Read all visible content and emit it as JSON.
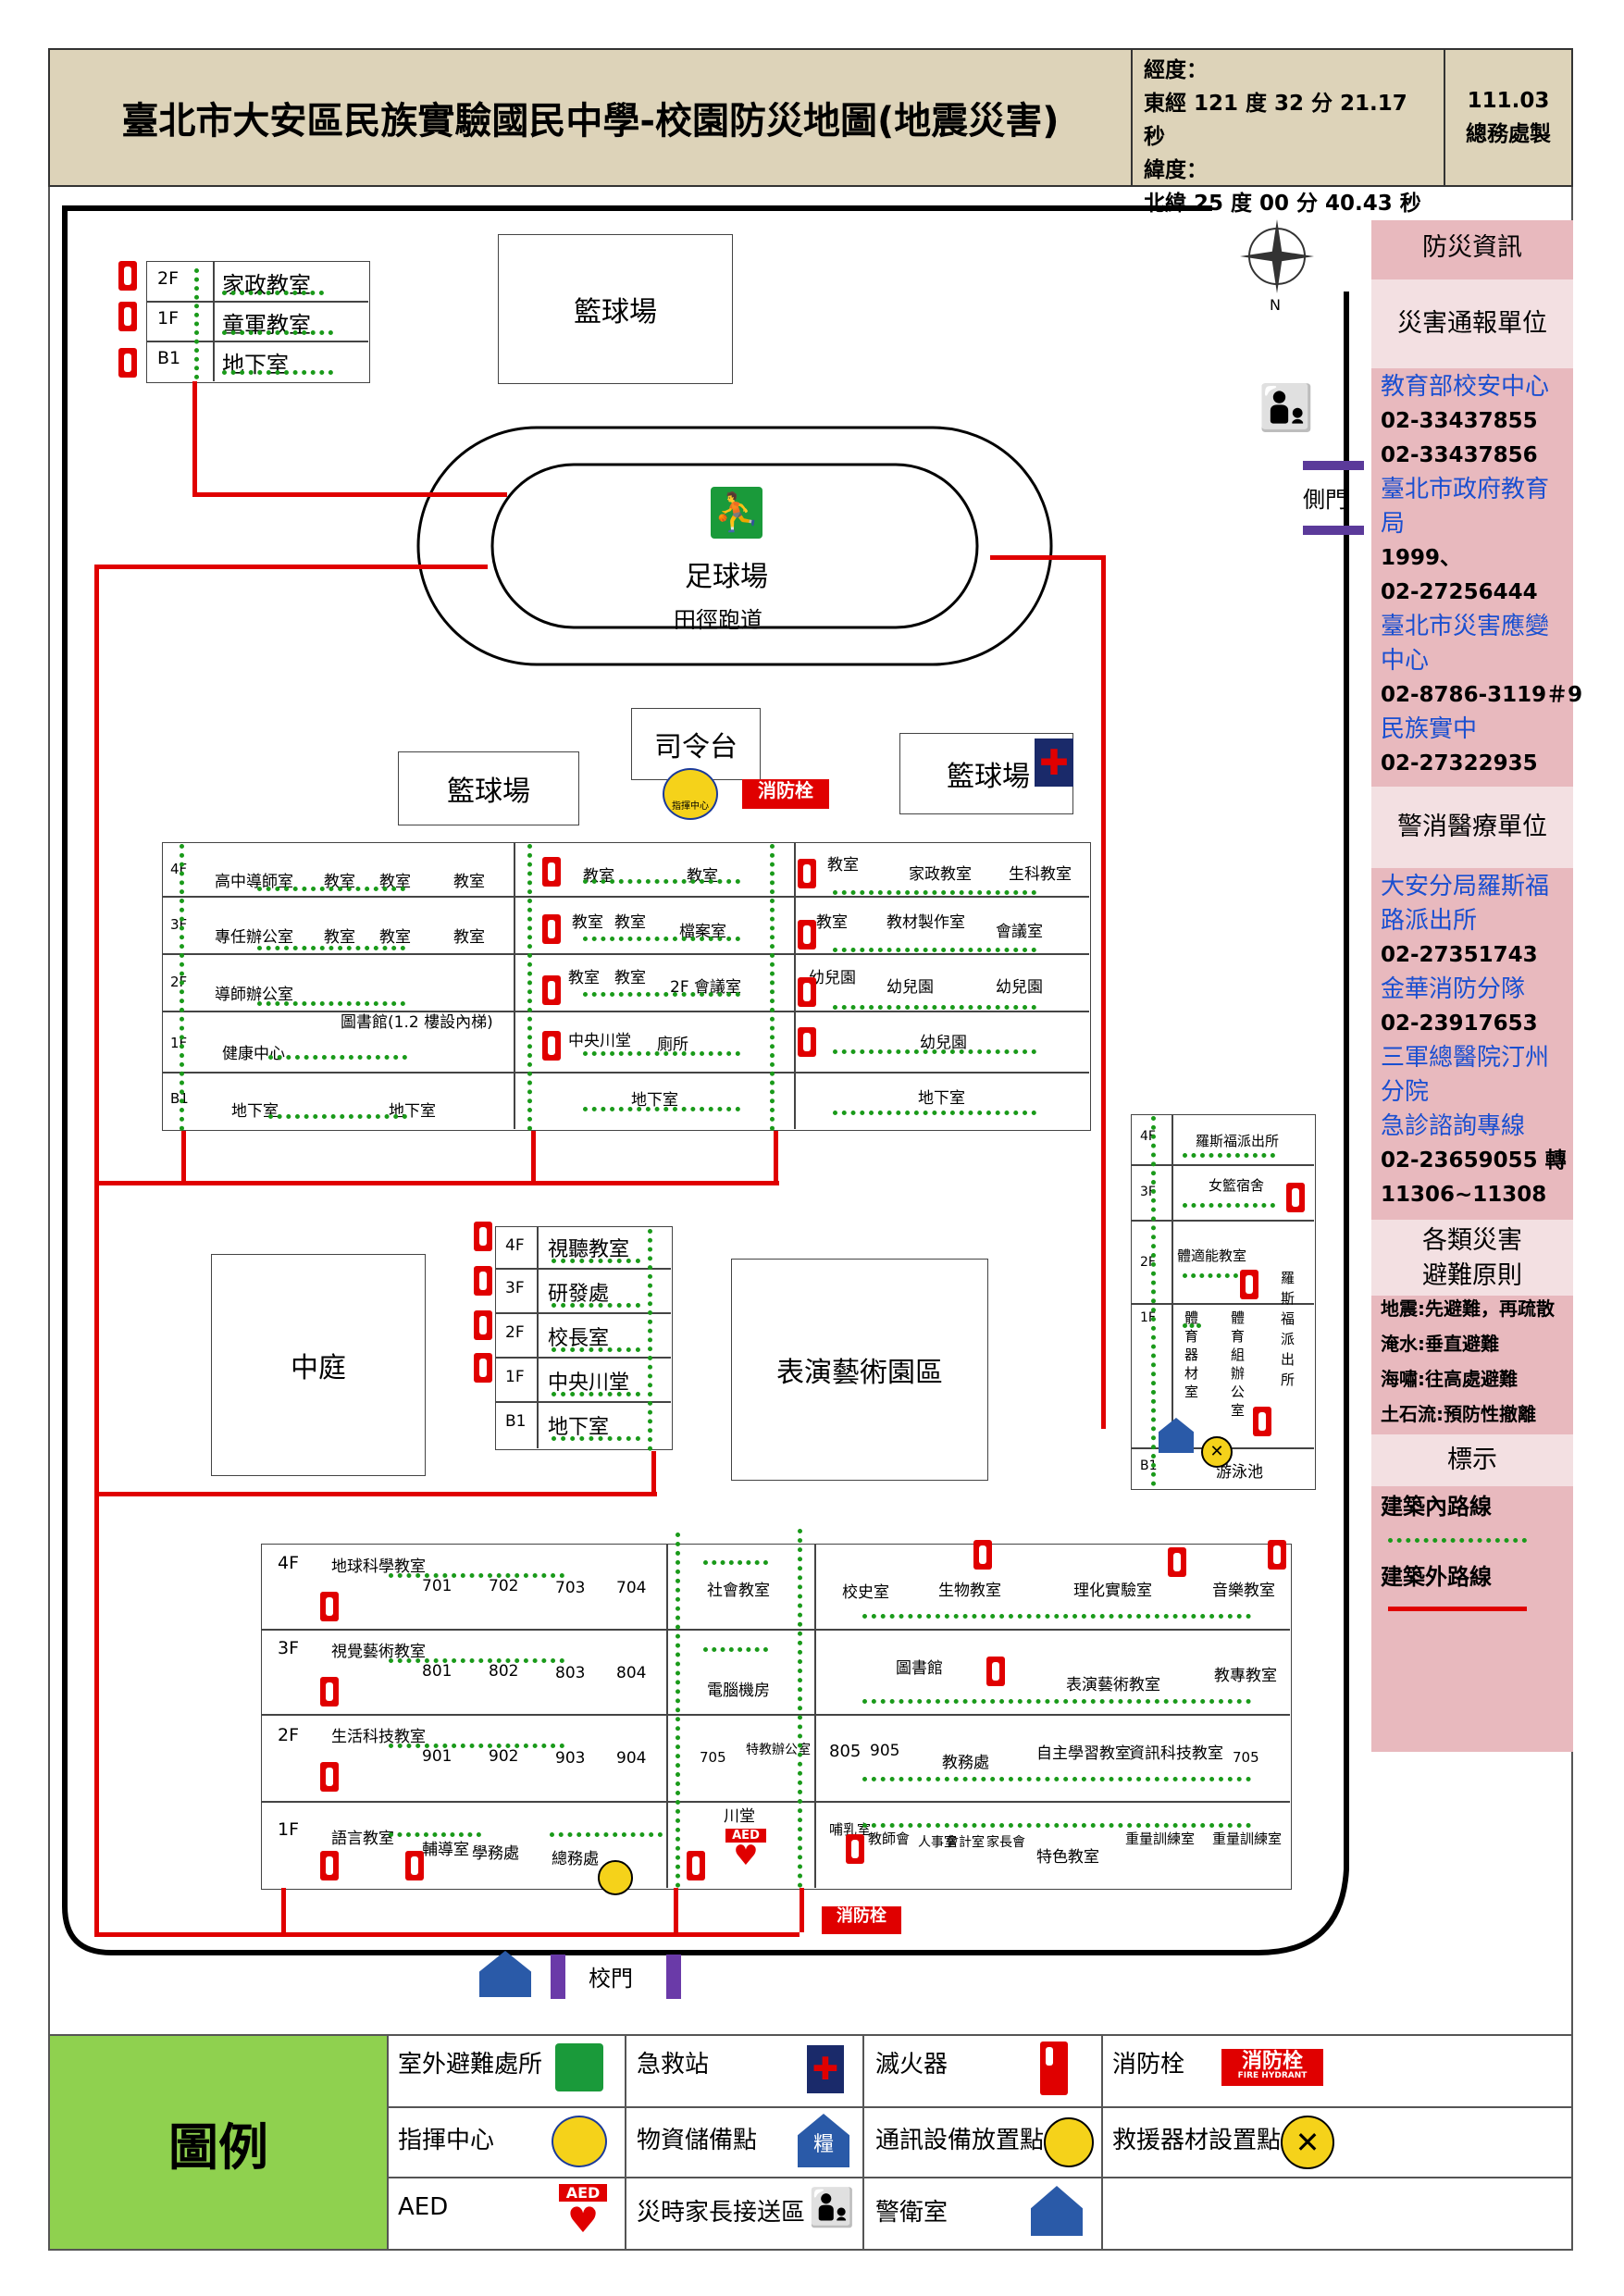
{
  "header": {
    "title": "臺北市大安區民族實驗國民中學-校園防災地圖(地震災害)",
    "coords": [
      "經度：",
      "東經 121 度 32 分 21.17 秒",
      "緯度：",
      "北緯 25 度 00 分 40.43 秒"
    ],
    "date": "111.03",
    "maker": "總務處製"
  },
  "map": {
    "north": "N",
    "side_gate": "側門",
    "school_gate": "校門",
    "field": {
      "name": "足球場",
      "track": "田徑跑道"
    },
    "places": {
      "basketball_top": "籃球場",
      "basketball_mid": "籃球場",
      "basketball_right": "籃球場",
      "podium": "司令台",
      "courtyard": "中庭",
      "arts": "表演藝術園區"
    },
    "topleft_building": {
      "floors": [
        "2F",
        "1F",
        "B1"
      ],
      "rooms": [
        "家政教室",
        "童軍教室",
        "地下室"
      ]
    },
    "center_tower": {
      "floors": [
        "4F",
        "3F",
        "2F",
        "1F",
        "B1"
      ],
      "rooms": [
        "視聽教室",
        "研發處",
        "校長室",
        "中央川堂",
        "地下室"
      ]
    },
    "left_block": {
      "floors": [
        "4F",
        "3F",
        "2F",
        "1F",
        "B1"
      ],
      "rooms": [
        "高中導師室",
        "教室",
        "教室",
        "教室",
        "專任辦公室",
        "教室",
        "教室",
        "教室",
        "導師辦公室",
        "圖書館(1.2 樓設內梯)",
        "健康中心",
        "地下室",
        "地下室"
      ]
    },
    "mid_block": {
      "rooms": [
        "教室",
        "教室",
        "教室",
        "教室",
        "檔案室",
        "教室",
        "教室",
        "2F 會議室",
        "中央川堂",
        "廁所",
        "地下室"
      ]
    },
    "right_block": {
      "rooms": [
        "教室",
        "家政教室",
        "生科教室",
        "教室",
        "教材製作室",
        "會議室",
        "幼兒園",
        "幼兒園",
        "幼兒園",
        "幼兒園",
        "地下室"
      ]
    },
    "east_building": {
      "floors": [
        "4F",
        "3F",
        "2F",
        "1F",
        "B1"
      ],
      "rooms": [
        "羅斯福派出所",
        "女籃宿舍",
        "體適能教室",
        "體育器材室",
        "體育組辦公室",
        "羅斯福派出所",
        "游泳池"
      ]
    },
    "south_building": {
      "floors": [
        "4F",
        "3F",
        "2F",
        "1F"
      ],
      "row4": [
        "地球科學教室",
        "701",
        "702",
        "703",
        "704",
        "社會教室",
        "校史室",
        "生物教室",
        "理化實驗室",
        "音樂教室"
      ],
      "row3": [
        "視覺藝術教室",
        "801",
        "802",
        "803",
        "804",
        "電腦機房",
        "圖書館",
        "表演藝術教室",
        "教專教室"
      ],
      "row2": [
        "生活科技教室",
        "901",
        "902",
        "903",
        "904",
        "705",
        "特教辦公室",
        "805",
        "905",
        "教務處",
        "自主學習教室",
        "資訊科技教室",
        "705"
      ],
      "row1": [
        "語言教室",
        "輔導室",
        "學務處",
        "總務處",
        "川堂",
        "哺乳室",
        "教師會",
        "人事室",
        "會計室",
        "家長會",
        "特色教室",
        "重量訓練室",
        "重量訓練室"
      ]
    },
    "hydrant_label": "消防栓",
    "hydrant_sub": "FIRE HYDRANT",
    "aed": "AED",
    "command": "指揮中心"
  },
  "sidebar": {
    "title": "防災資訊",
    "report_title": "災害通報單位",
    "report": [
      {
        "t": "教育部校安中心",
        "c": "blue"
      },
      {
        "t": "02-33437855",
        "c": "black"
      },
      {
        "t": "02-33437856",
        "c": "black"
      },
      {
        "t": "臺北市政府教育",
        "c": "blue"
      },
      {
        "t": "局",
        "c": "blue"
      },
      {
        "t": "1999、",
        "c": "black"
      },
      {
        "t": "02-27256444",
        "c": "black"
      },
      {
        "t": "臺北市災害應變",
        "c": "blue"
      },
      {
        "t": "中心",
        "c": "blue"
      },
      {
        "t": "02-8786-3119＃9",
        "c": "black"
      },
      {
        "t": "民族實中",
        "c": "blue"
      },
      {
        "t": "02-27322935",
        "c": "black"
      }
    ],
    "police_title": "警消醫療單位",
    "police": [
      {
        "t": "大安分局羅斯福",
        "c": "blue"
      },
      {
        "t": "路派出所",
        "c": "blue"
      },
      {
        "t": "02-27351743",
        "c": "black"
      },
      {
        "t": "金華消防分隊",
        "c": "blue"
      },
      {
        "t": "02-23917653",
        "c": "black"
      },
      {
        "t": "三軍總醫院汀州",
        "c": "blue"
      },
      {
        "t": "分院",
        "c": "blue"
      },
      {
        "t": "急診諮詢專線",
        "c": "blue"
      },
      {
        "t": "02-23659055 轉",
        "c": "black"
      },
      {
        "t": "11306~11308",
        "c": "black"
      }
    ],
    "principle_title": [
      "各類災害",
      "避難原則"
    ],
    "principles": [
      "地震:先避難，再疏散",
      "淹水:垂直避難",
      "海嘯:往高處避難",
      "土石流:預防性撤離"
    ],
    "sign_title": "標示",
    "signs": [
      "建築內路線",
      "建築外路線"
    ]
  },
  "legend": {
    "title": "圖例",
    "items": [
      "室外避難處所",
      "急救站",
      "滅火器",
      "消防栓",
      "指揮中心",
      "物資儲備點",
      "通訊設備放置點",
      "救援器材設置點",
      "AED",
      "災時家長接送區",
      "警衛室"
    ],
    "storage_char": "糧"
  },
  "colors": {
    "header_bg": "#ddd3b9",
    "side_bg": "#e8b9be",
    "legend_green": "#8fd14f",
    "exit_red": "#e00000",
    "route_green": "#1a9a1a"
  }
}
